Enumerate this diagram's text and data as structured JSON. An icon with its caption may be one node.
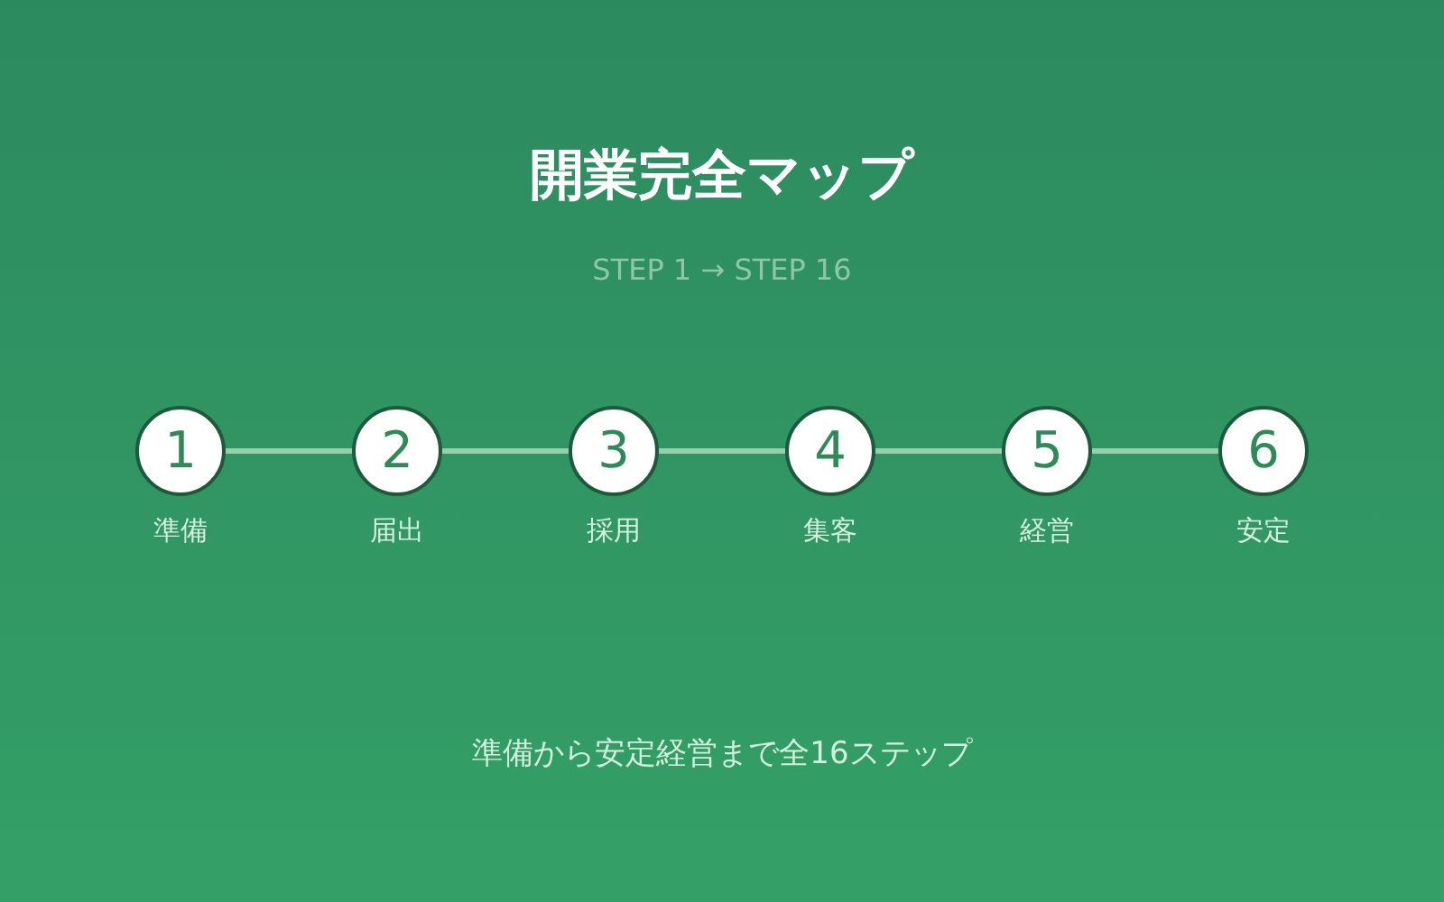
{
  "diagram": {
    "title": "開業完全マップ",
    "caption": "準備から安定経営まで全16ステップ",
    "nodes": [
      {
        "text": [
          "1"
        ],
        "beside": [
          "準備"
        ]
      },
      {
        "text": [
          "2"
        ],
        "beside": [
          "届出"
        ]
      },
      {
        "text": [
          "3"
        ],
        "beside": [
          "採用"
        ]
      },
      {
        "text": [
          "4"
        ],
        "beside": [
          "集客"
        ]
      },
      {
        "text": [
          "5"
        ],
        "beside": [
          "経営"
        ]
      },
      {
        "text": [
          "6"
        ],
        "beside": [
          "安定"
        ]
      }
    ],
    "edges": [
      {
        "from": 0,
        "to": 1,
        "arrow": "none"
      },
      {
        "from": 1,
        "to": 2,
        "arrow": "none"
      },
      {
        "from": 2,
        "to": 3,
        "arrow": "none"
      },
      {
        "from": 3,
        "to": 4,
        "arrow": "none"
      },
      {
        "from": 4,
        "to": 5,
        "arrow": "none"
      }
    ],
    "labels": [
      "STEP 1 → STEP 16"
    ]
  }
}
